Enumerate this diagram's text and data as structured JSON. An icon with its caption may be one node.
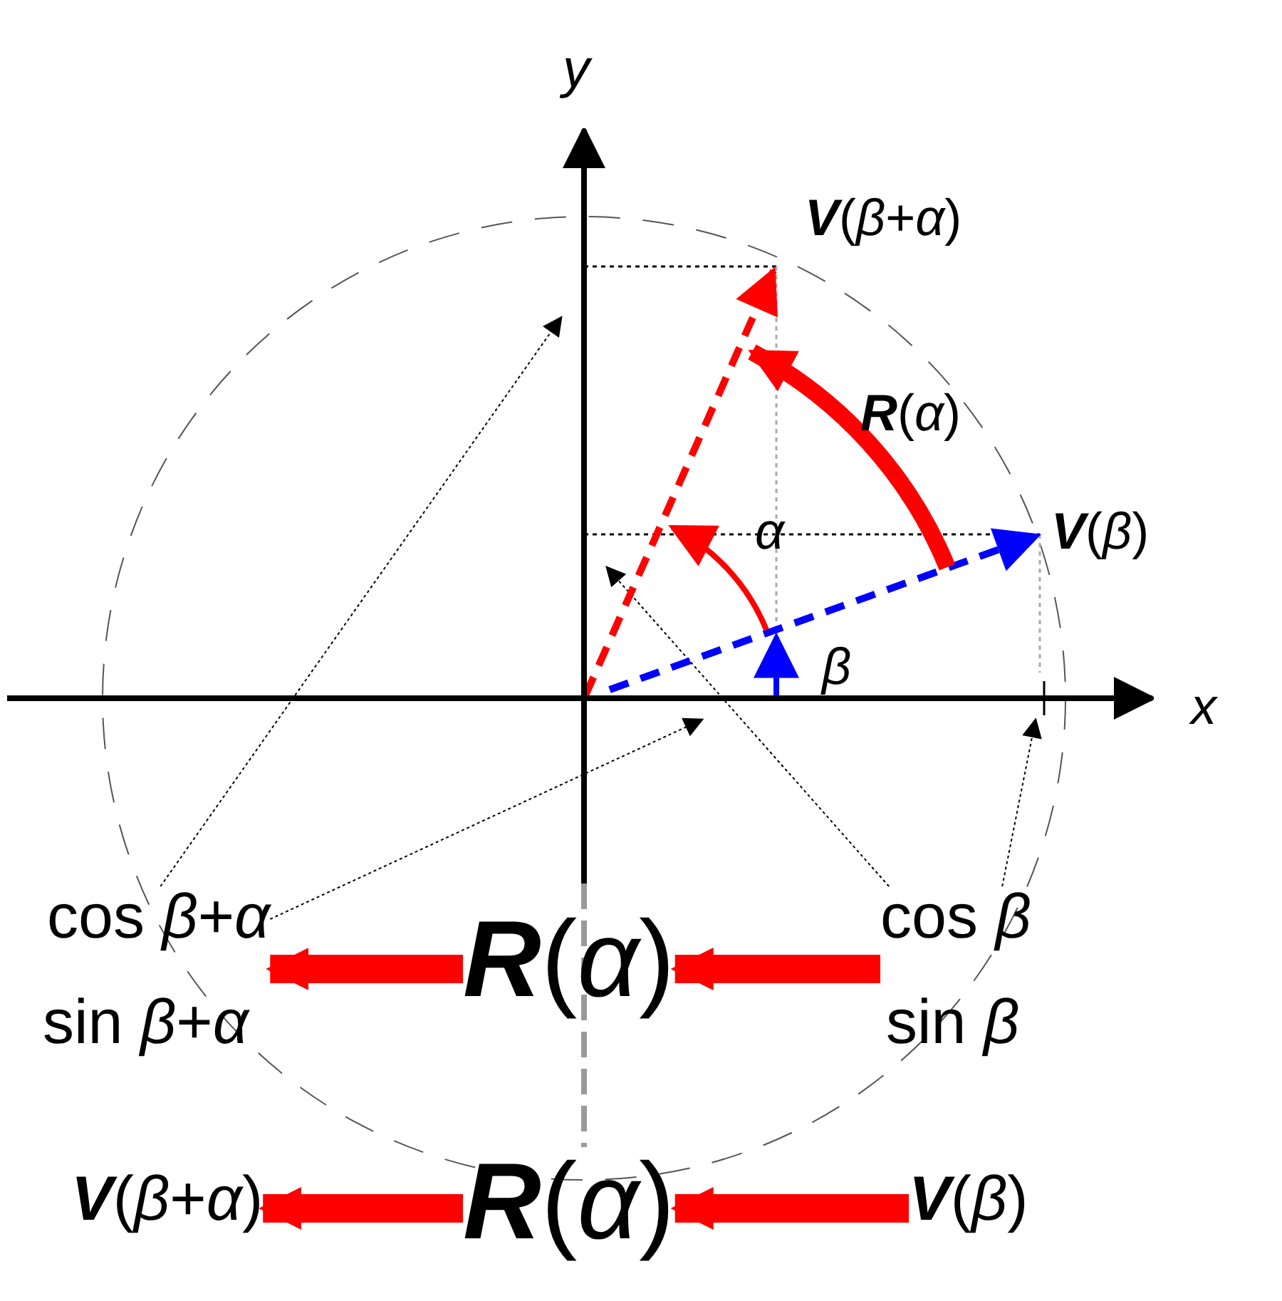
{
  "diagram": {
    "nodes": [
      {
        "text": [
          "cos *β*+*α*",
          "sin *β*+*α*"
        ]
      },
      {
        "text": [
          "**R**(*α*)"
        ]
      },
      {
        "text": [
          "cos *β*",
          "sin *β*"
        ]
      },
      {
        "text": [
          "**V**(*β*+*α*)"
        ]
      },
      {
        "text": [
          "**R**(*α*)"
        ]
      },
      {
        "text": [
          "**V**(*β*)"
        ]
      },
      {
        "text": [],
        "shape": "arrow",
        "beside": [
          "*x*"
        ]
      },
      {
        "text": [],
        "shape": "arrow",
        "beside": [
          "*y*"
        ]
      }
    ],
    "edges": [
      {
        "from": 0,
        "to": 6,
        "arrow": "to",
        "style": "dashed"
      },
      {
        "from": 0,
        "to": 7,
        "arrow": "to",
        "style": "dashed"
      },
      {
        "from": 2,
        "to": 6,
        "arrow": "to",
        "style": "dashed"
      },
      {
        "from": 2,
        "to": 7,
        "arrow": "to",
        "style": "dashed"
      },
      {
        "from": 2,
        "to": 1,
        "arrow": "to",
        "style": "thick",
        "color": "#ff0000"
      },
      {
        "from": 1,
        "to": 0,
        "arrow": "to",
        "style": "thick",
        "color": "#ff0000"
      },
      {
        "from": 5,
        "to": 4,
        "arrow": "to",
        "style": "thick",
        "color": "#ff0000"
      },
      {
        "from": 4,
        "to": 3,
        "arrow": "to",
        "style": "thick",
        "color": "#ff0000"
      }
    ],
    "labels": [
      "**V**(*β*+*α*)",
      "**R**(*α*)",
      "*α*",
      "**V**(*β*)",
      "*β*"
    ]
  }
}
